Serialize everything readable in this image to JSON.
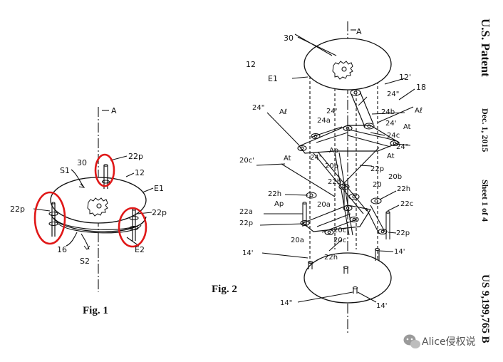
{
  "header": {
    "publication": "U.S. Patent",
    "date": "Dec. 1, 2015",
    "sheet": "Sheet 1 of 4",
    "patent_number": "US 9,199,765 B"
  },
  "figure1": {
    "caption": "Fig. 1",
    "labels": {
      "axis": "A",
      "ref30": "30",
      "ref22p_top": "22p",
      "ref22p_left": "22p",
      "ref22p_right": "22p",
      "s1": "S1",
      "ref12": "12",
      "e1": "E1",
      "e2": "E2",
      "ref16": "16",
      "s2": "S2"
    }
  },
  "figure2": {
    "caption": "Fig. 2",
    "labels": {
      "axis": "A",
      "ref30": "30",
      "ref12": "12",
      "e1": "E1",
      "ref12p": "12'",
      "ref18": "18",
      "ref24pp_a": "24\"",
      "ref24pp_b": "24\"",
      "ref24pp_c": "24\"",
      "ref24p_a": "24'",
      "ref24p_b": "24'",
      "ref24p_c": "24'",
      "ref24a": "24a",
      "ref24b": "24b",
      "ref24c": "24c",
      "al_a": "Aℓ",
      "al_b": "Aℓ",
      "at_a": "At",
      "at_b": "At",
      "at_c": "At",
      "ap_a": "Ap",
      "ap_b": "Ap",
      "ref20cp": "20c'",
      "ref20b_a": "20b",
      "ref20b_b": "20b",
      "ref20": "20",
      "ref22p_a": "22p",
      "ref22p_b": "22p",
      "ref22p_c": "22p",
      "ref22b": "22b",
      "ref22h_a": "22h",
      "ref22h_b": "22h",
      "ref22h_c": "22h",
      "ref22a": "22a",
      "ref22c": "22c",
      "ref20a_a": "20a",
      "ref20a_b": "20a",
      "ref20c_a": "20c",
      "ref20c_b": "20c",
      "ref14p_a": "14'",
      "ref14p_b": "14'",
      "ref14p_c": "14'",
      "ref14pp": "14\""
    }
  },
  "watermark": {
    "text": "Alice侵权说"
  },
  "colors": {
    "ink": "#111111",
    "highlight": "#e01818"
  }
}
